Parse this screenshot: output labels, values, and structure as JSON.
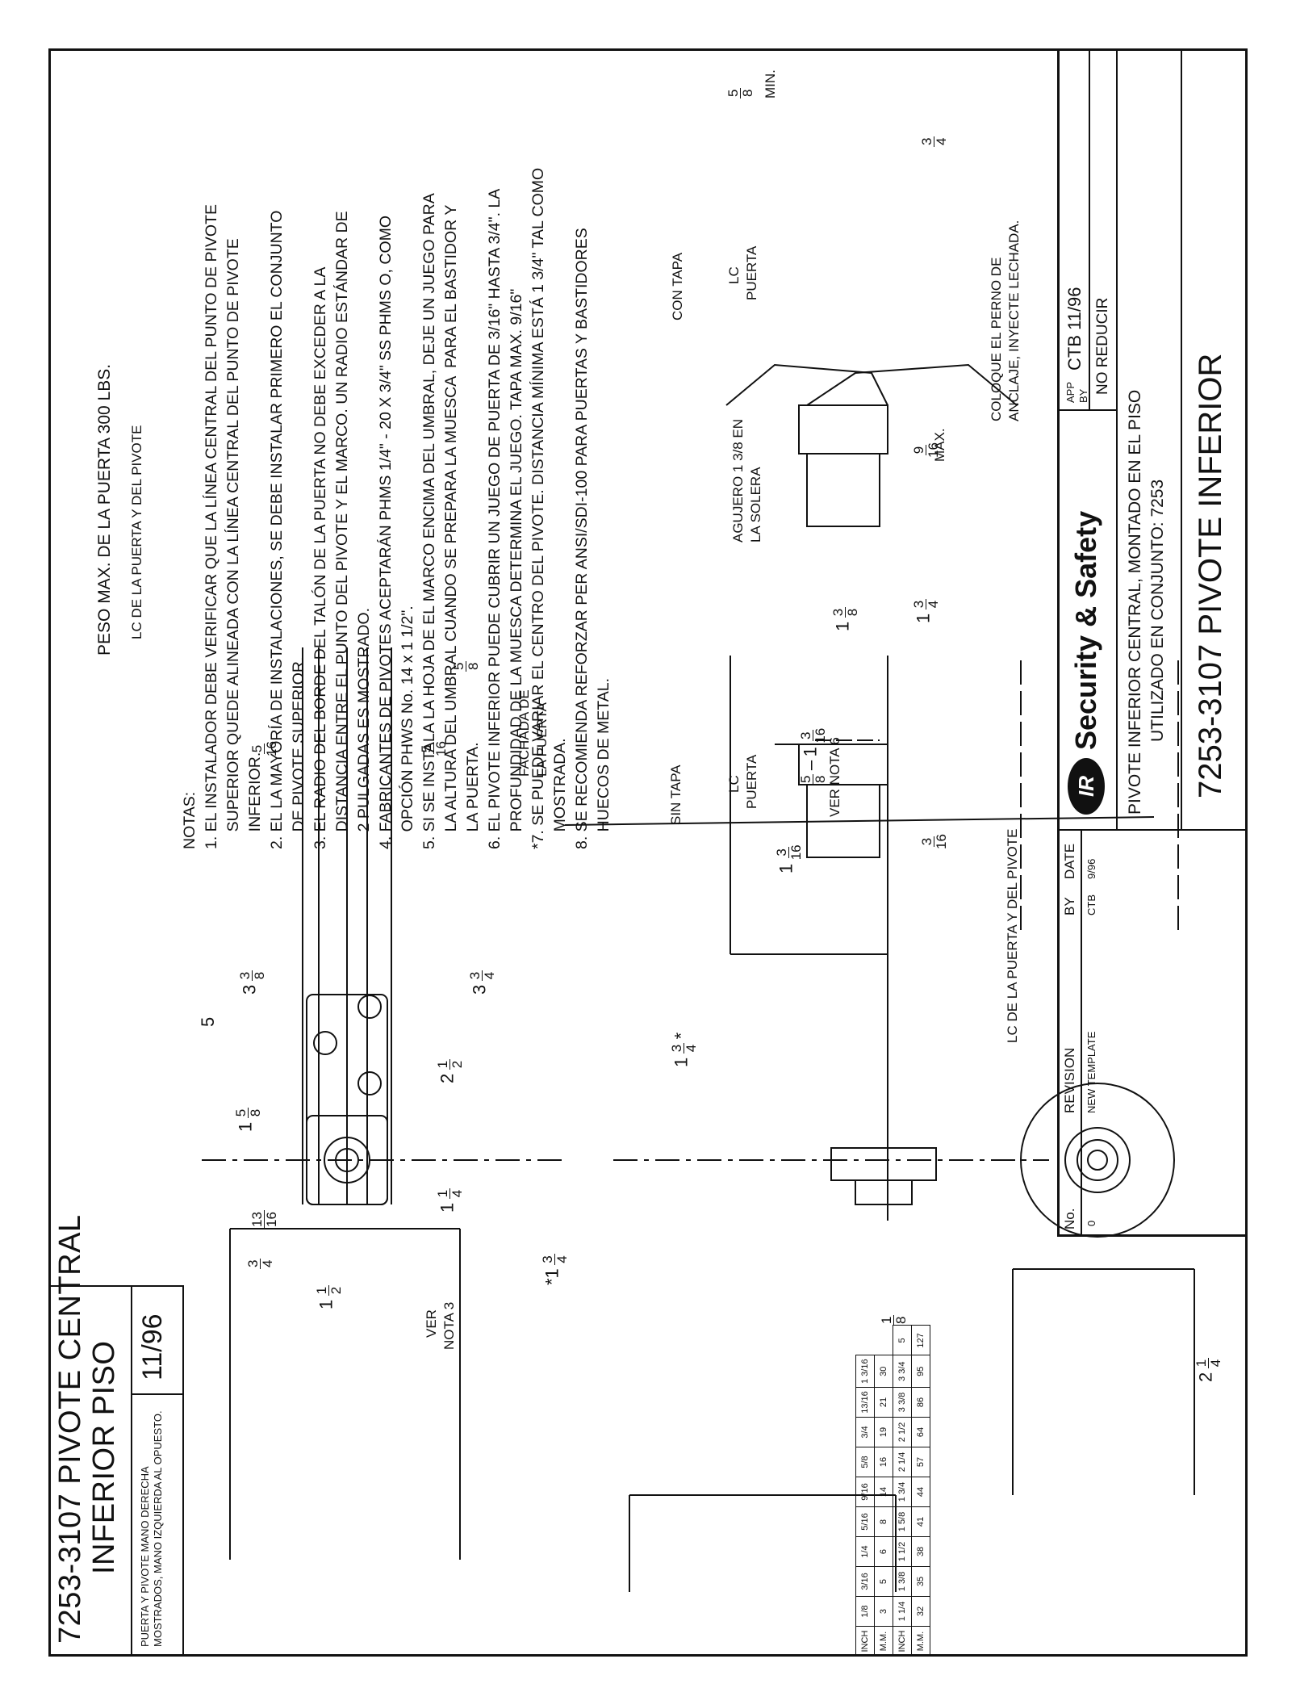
{
  "title_block": {
    "main_title_line1": "7253-3107 PIVOTE CENTRAL",
    "main_title_line2": "INFERIOR  PISO",
    "handing_note_line1": "PUERTA Y PIVOTE MANO DERECHA",
    "handing_note_line2": "MOSTRADOS, MANO IZQUIERDA AL OPUESTO.",
    "date_code": "11/96",
    "weight_note": "PESO MAX. DE LA PUERTA  300 LBS.",
    "company": "Security & Safety",
    "logo_letters": "IR",
    "app_label": "APP",
    "by_label": "BY",
    "app_by_value": "CTB 11/96",
    "no_reducir": "NO REDUCIR",
    "description_line1": "PIVOTE INFERIOR CENTRAL, MONTADO EN EL PISO",
    "description_line2": "UTILIZADO EN CONJUNTO: 7253",
    "part_title": "7253-3107  PIVOTE INFERIOR",
    "revision_headers": [
      "No.",
      "REVISION",
      "BY",
      "DATE"
    ],
    "revision_row": [
      "0",
      "NEW TEMPLATE",
      "CTB",
      "9/96"
    ]
  },
  "notes": {
    "heading": "NOTAS:",
    "lines": [
      "1. EL INSTALADOR DEBE VERIFICAR QUE LA LÍNEA CENTRAL DEL PUNTO DE PIVOTE",
      "    SUPERIOR QUEDE ALINEADA CON LA LÍNEA CENTRAL DEL PUNTO DE PIVOTE",
      "    INFERIOR.",
      "2. EL LA MAYORÍA DE INSTALACIONES, SE DEBE INSTALAR PRIMERO EL CONJUNTO",
      "    DE PIVOTE SUPERIOR.",
      "3. EL RADIO DEL BORDE DEL TALÓN DE LA PUERTA NO DEBE EXCEDER A LA",
      "    DISTANCIA ENTRE EL PUNTO DEL PIVOTE Y EL MARCO. UN RADIO ESTÁNDAR DE",
      "    2 PULGADAS ES MOSTRADO.",
      "4. FABRICANTES DE PIVOTES ACEPTARÁN PHMS 1/4\" - 20 X 3/4\" SS PHMS O, COMO",
      "    OPCIÓN PHWS No. 14 x 1 1/2\".",
      "5. SI SE INSTALA LA HOJA DE EL MARCO ENCIMA DEL UMBRAL, DEJE UN JUEGO PARA",
      "    LA ALTURA DEL UMBRAL CUANDO SE PREPARA LA MUESCA  PARA EL BASTIDOR Y",
      "    LA PUERTA.",
      "6. EL PIVOTE INFERIOR PUEDE CUBRIR UN JUEGO DE PUERTA DE 3/16\" HASTA 3/4\". LA",
      "    PROFUNDIDAD DE LA MUESCA DETERMINA EL JUEGO. TAPA MAX. 9/16\"",
      "*7. SE PUEDE VARIAR EL CENTRO DEL PIVOTE. DISTANCIA MÍNIMA ESTÁ 1 3/4\" TAL COMO",
      "    MOSTRADA.",
      "8. SE RECOMIENDA REFORZAR PER ANSI/SDI-100 PARA PUERTAS Y BASTIDORES",
      "    HUECOS DE METAL."
    ]
  },
  "labels": {
    "lc_top": "LC DE LA PUERTA Y DEL PIVOTE",
    "lc_bottom": "LC DE LA PUERTA Y DEL PIVOTE",
    "fachada_line1": "FACHADA DE",
    "fachada_line2": "LA PUERTA",
    "ver_nota_3_line1": "VER",
    "ver_nota_3_line2": "NOTA 3",
    "ver_nota_6": "VER NOTA 6",
    "sin_tapa": "SIN TAPA",
    "con_tapa": "CON TAPA",
    "lc_puerta_line1": "LC",
    "lc_puerta_line2": "PUERTA",
    "agujero_line1": "AGUJERO 1 3/8 EN",
    "agujero_line2": "LA SOLERA",
    "coloque_line1": "COLOQUE EL PERNO DE",
    "coloque_line2": "ANCLAJE, INYECTE LECHADA.",
    "min": "MIN.",
    "max": "MAX."
  },
  "dimensions": {
    "five": "5",
    "three_3_8": [
      "3",
      "3",
      "8"
    ],
    "three_3_4": [
      "3",
      "3",
      "4"
    ],
    "two_1_2": [
      "2",
      "1",
      "2"
    ],
    "one_5_8": [
      "1",
      "5",
      "8"
    ],
    "one_1_4": [
      "1",
      "1",
      "4"
    ],
    "one_3_4_star": [
      "*1",
      "3",
      "4"
    ],
    "thirteen_16": [
      "13",
      "16"
    ],
    "three_4": [
      "3",
      "4"
    ],
    "one_1_2": [
      "1",
      "1",
      "2"
    ],
    "five_16": [
      "5",
      "16"
    ],
    "five_8": [
      "5",
      "8"
    ],
    "one_8": [
      "1",
      "8"
    ],
    "two_1_4": [
      "2",
      "1",
      "4"
    ],
    "five_8_to_1_3_16": [
      "5",
      "8",
      "–",
      "1",
      "3",
      "16"
    ],
    "one_3_4_star_mid": [
      "1",
      "3",
      "4",
      "*"
    ],
    "one_3_16": [
      "1",
      "3",
      "16"
    ],
    "three_16": [
      "3",
      "16"
    ],
    "one_3_8": [
      "1",
      "3",
      "8"
    ],
    "one_3_4": [
      "1",
      "3",
      "4"
    ],
    "nine_16": [
      "9",
      "16"
    ]
  },
  "conversion_table": {
    "row1_label": "INCH",
    "row1": [
      "1/8",
      "3/16",
      "1/4",
      "5/16",
      "9/16",
      "5/8",
      "3/4",
      "13/16",
      "1 3/16"
    ],
    "row2_label": "M.M.",
    "row2": [
      "3",
      "5",
      "6",
      "8",
      "14",
      "16",
      "19",
      "21",
      "30"
    ],
    "row3_label": "INCH",
    "row3": [
      "1 1/4",
      "1 3/8",
      "1 1/2",
      "1 5/8",
      "1 3/4",
      "2 1/4",
      "2 1/2",
      "3 3/8",
      "3 3/4",
      "5"
    ],
    "row4_label": "M.M.",
    "row4": [
      "32",
      "35",
      "38",
      "41",
      "44",
      "57",
      "64",
      "86",
      "95",
      "127"
    ]
  }
}
